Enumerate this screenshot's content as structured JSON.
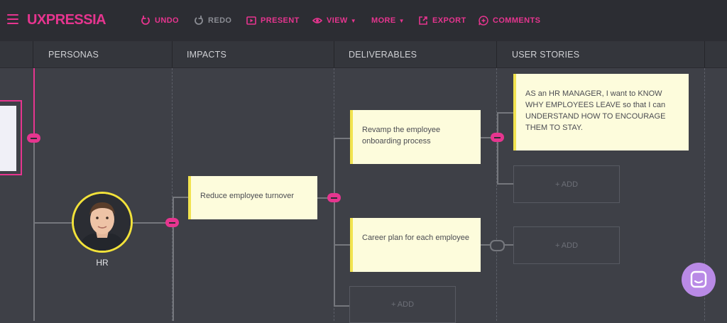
{
  "app": {
    "logo": "UXPRESSIA"
  },
  "toolbar": {
    "undo": "UNDO",
    "redo": "REDO",
    "present": "PRESENT",
    "view": "VIEW",
    "more": "MORE",
    "export": "EXPORT",
    "comments": "COMMENTS"
  },
  "columns": [
    "PERSONAS",
    "IMPACTS",
    "DELIVERABLES",
    "USER STORIES"
  ],
  "persona": {
    "name": "HR"
  },
  "impact": {
    "text": "Reduce employee turnover"
  },
  "deliverables": [
    {
      "text": "Revamp the employee onboarding process"
    },
    {
      "text": "Career plan for each employee"
    }
  ],
  "user_story": {
    "text": "AS an HR MANAGER, I want to KNOW WHY EMPLOYEES LEAVE so that I can UNDERSTAND HOW TO ENCOURAGE THEM TO STAY."
  },
  "add_label": "+ ADD",
  "colors": {
    "accent": "#e6358f",
    "card": "#fdfcdc",
    "card_edge": "#f1e34f",
    "background": "#3e4047",
    "chat": "#b98ae6"
  }
}
